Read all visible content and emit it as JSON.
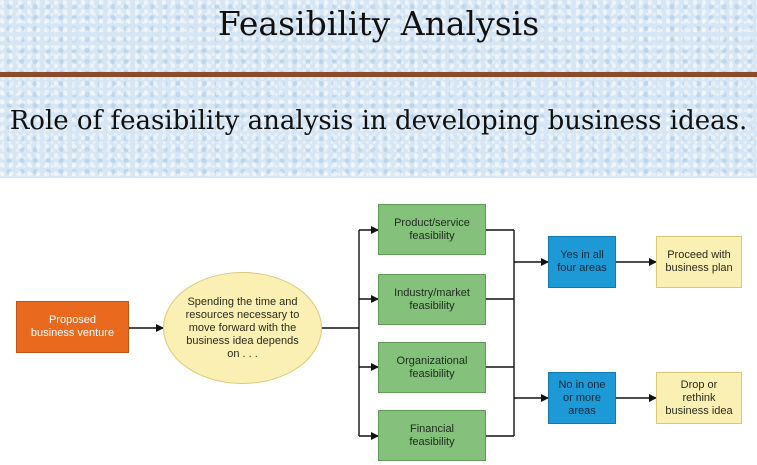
{
  "title": "Feasibility Analysis",
  "subtitle": "Role of feasibility analysis in developing business ideas.",
  "colors": {
    "rule": "#8b4b2a",
    "orange_box": "#e9691f",
    "green_box": "#84c17a",
    "blue_box": "#1d9ad6",
    "yellow_box": "#fbf0b4",
    "header_background": "#d7e6f4"
  },
  "diagram": {
    "start": "Proposed business venture",
    "question": "Spending the time and resources necessary to move forward with the business idea depends on . . .",
    "feasibility_areas": [
      "Product/service feasibility",
      "Industry/market feasibility",
      "Organizational feasibility",
      "Financial feasibility"
    ],
    "outcomes": [
      {
        "condition": "Yes in all four areas",
        "action": "Proceed with business plan"
      },
      {
        "condition": "No in one or more areas",
        "action": "Drop or rethink business idea"
      }
    ]
  }
}
